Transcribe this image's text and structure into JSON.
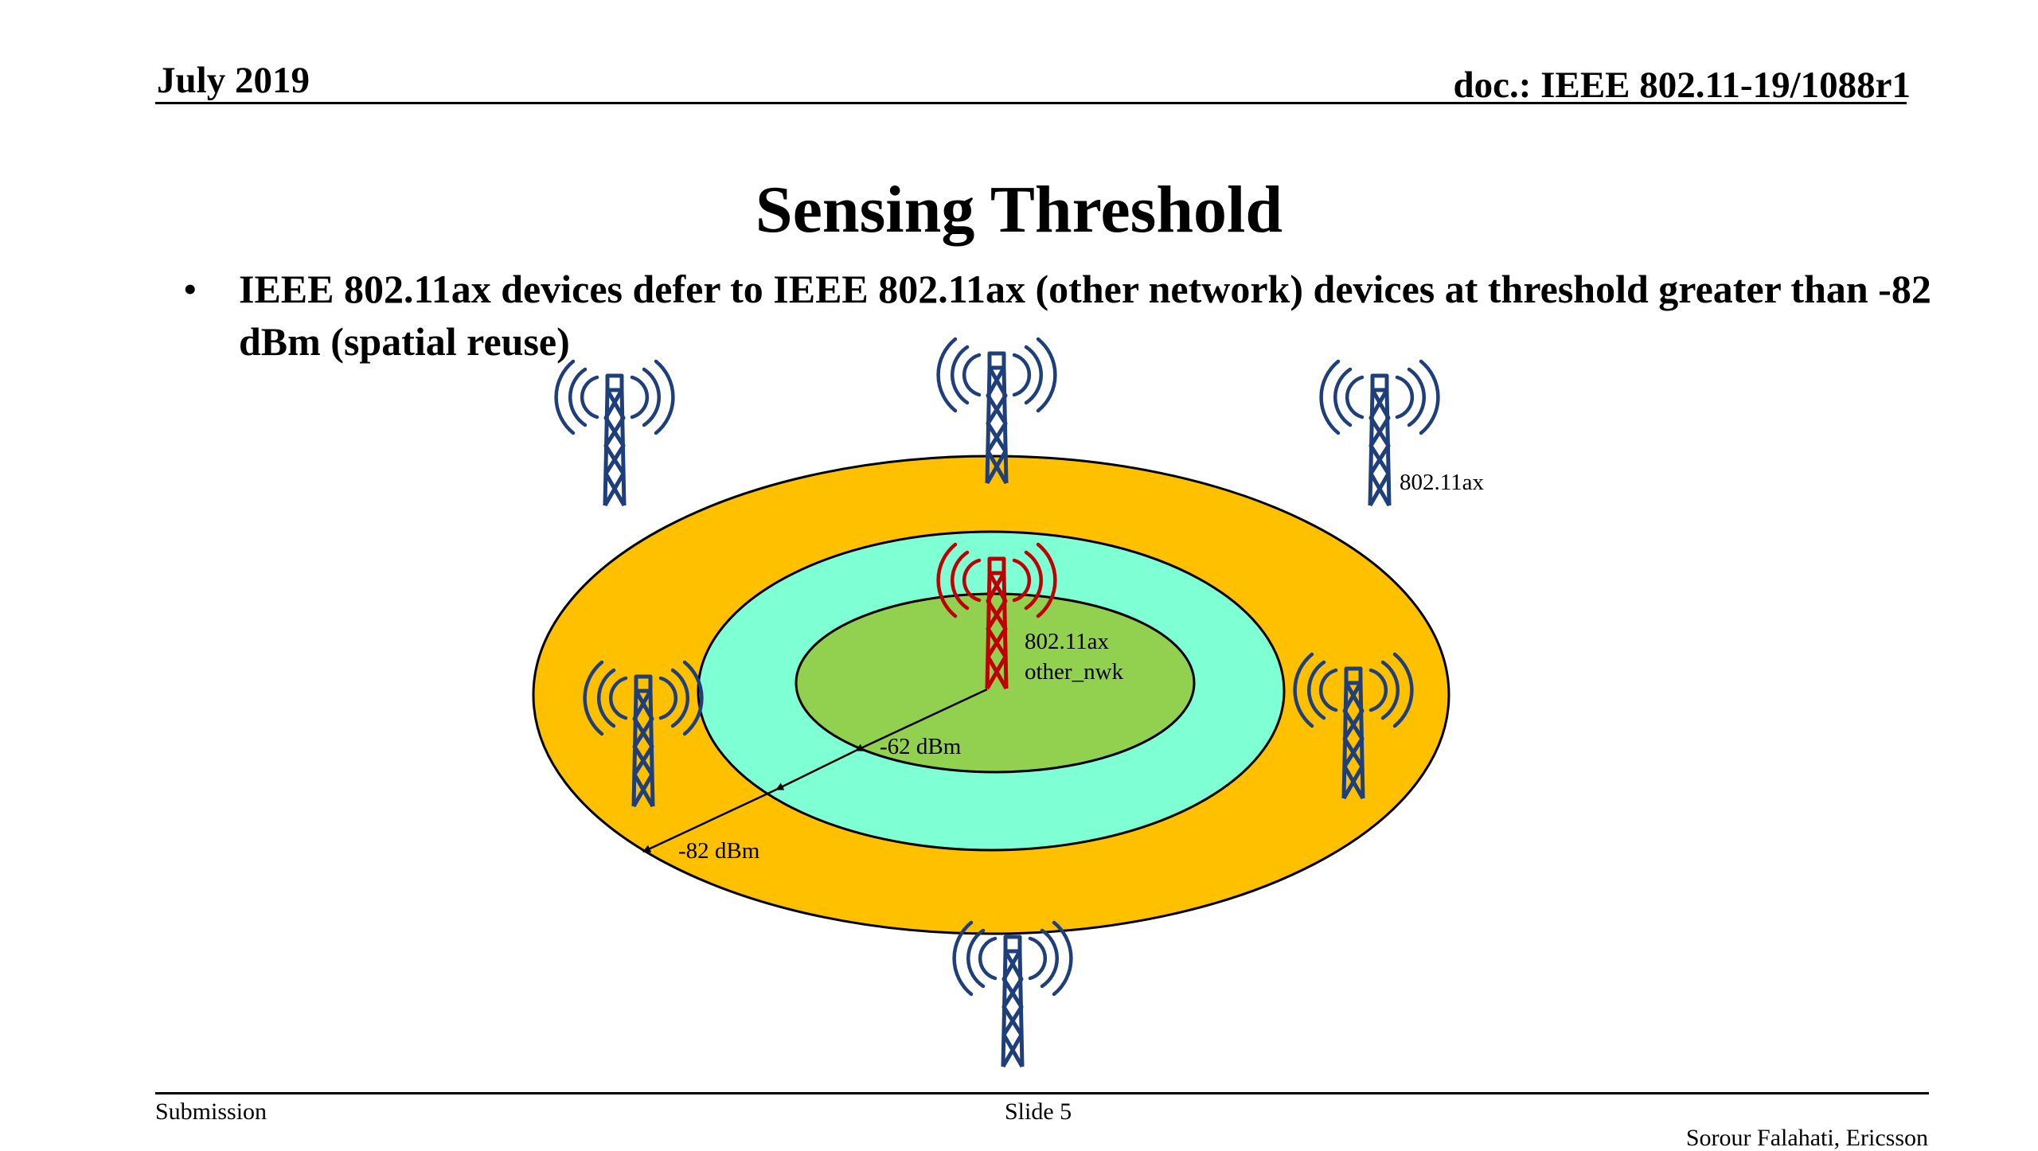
{
  "header": {
    "date": "July 2019",
    "doc_id": "doc.: IEEE 802.11-19/1088r1"
  },
  "slide": {
    "title": "Sensing Threshold",
    "bullet": "IEEE 802.11ax devices defer to IEEE 802.11ax (other network) devices at threshold greater than -82 dBm (spatial reuse)"
  },
  "diagram": {
    "outer_ap_label": "802.11ax",
    "center_ap_label_line1": "802.11ax",
    "center_ap_label_line2": "other_nwk",
    "inner_threshold": "-62 dBm",
    "outer_threshold": "-82 dBm",
    "colors": {
      "outer_ring": "#FFC000",
      "middle_ring": "#7FFFD4",
      "inner_ring": "#92D050",
      "tower_blue": "#1F3F7A",
      "tower_red": "#C00000"
    },
    "icons": [
      "antenna-tower-icon",
      "antenna-tower-red-icon",
      "arrow-icon"
    ]
  },
  "footer": {
    "left": "Submission",
    "center": "Slide 5",
    "right": "Sorour Falahati, Ericsson"
  }
}
